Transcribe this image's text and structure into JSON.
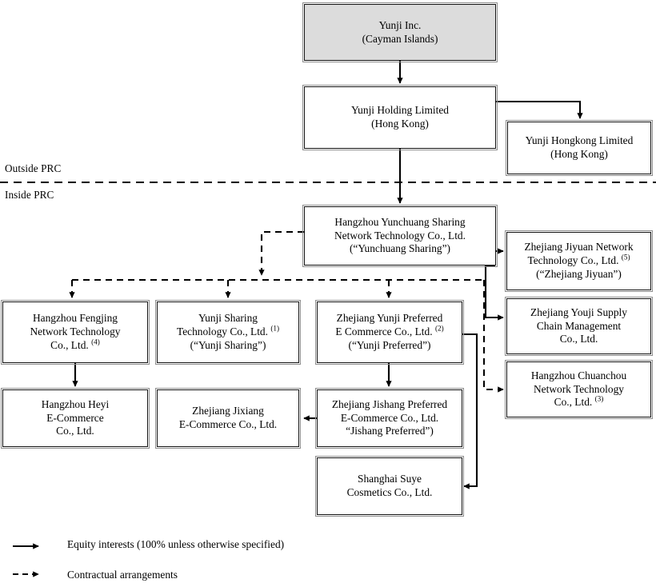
{
  "diagram": {
    "title": "Yunji Inc. Corporate Structure",
    "type": "org-chart",
    "colors": {
      "node_fill": "#ffffff",
      "parent_fill": "#dcdcdc",
      "border_inner": "#111111",
      "border_outer": "#8d8d8d",
      "line": "#000000"
    }
  },
  "region_labels": {
    "outside": "Outside PRC",
    "inside": "Inside PRC"
  },
  "nodes": {
    "yunji_inc": {
      "id": "yunji-inc",
      "line1": "Yunji Inc.",
      "line2": "(Cayman Islands)",
      "line3": "",
      "shaded": true
    },
    "yunji_holding": {
      "id": "yunji-holding-limited",
      "line1": "Yunji Holding Limited",
      "line2": "(Hong Kong)",
      "line3": ""
    },
    "yunji_hongkong": {
      "id": "yunji-hongkong-limited",
      "line1": "Yunji Hongkong Limited",
      "line2": "(Hong Kong)",
      "line3": ""
    },
    "yunchuang_sharing": {
      "id": "hangzhou-yunchuang-sharing",
      "line1": "Hangzhou Yunchuang Sharing",
      "line2": "Network Technology Co., Ltd.",
      "line3": "(“Yunchuang Sharing”)"
    },
    "zhejiang_jiyuan": {
      "id": "zhejiang-jiyuan",
      "line1": "Zhejiang Jiyuan Network",
      "line2": "Technology Co., Ltd.",
      "line2_sup": "(5)",
      "line3": "(“Zhejiang Jiyuan”)"
    },
    "zhejiang_youji": {
      "id": "zhejiang-youji-supply-chain",
      "line1": "Zhejiang Youji Supply",
      "line2": "Chain Management",
      "line3": "Co., Ltd."
    },
    "hangzhou_chuanchou": {
      "id": "hangzhou-chuanchou",
      "line1": "Hangzhou Chuanchou",
      "line2": "Network Technology",
      "line3": "Co., Ltd.",
      "line3_sup": "(3)"
    },
    "hangzhou_fengjing": {
      "id": "hangzhou-fengjing",
      "line1": "Hangzhou Fengjing",
      "line2": "Network Technology",
      "line3": "Co., Ltd.",
      "line3_sup": "(4)"
    },
    "yunji_sharing": {
      "id": "yunji-sharing",
      "line1": "Yunji Sharing",
      "line2": "Technology Co., Ltd.",
      "line2_sup": "(1)",
      "line3": "(“Yunji Sharing”)"
    },
    "yunji_preferred": {
      "id": "zhejiang-yunji-preferred",
      "line1": "Zhejiang Yunji Preferred",
      "line2": "E Commerce Co., Ltd.",
      "line2_sup": "(2)",
      "line3": "(“Yunji Preferred”)"
    },
    "hangzhou_heyi": {
      "id": "hangzhou-heyi",
      "line1": "Hangzhou Heyi",
      "line2": "E-Commerce",
      "line3": "Co., Ltd."
    },
    "zhejiang_jixiang": {
      "id": "zhejiang-jixiang",
      "line1": "Zhejiang Jixiang",
      "line2": "E-Commerce Co., Ltd.",
      "line3": ""
    },
    "jishang_preferred": {
      "id": "zhejiang-jishang-preferred",
      "line1": "Zhejiang Jishang Preferred",
      "line2": "E-Commerce Co., Ltd.",
      "line3": "“Jishang Preferred”)"
    },
    "shanghai_suye": {
      "id": "shanghai-suye-cosmetics",
      "line1": "Shanghai Suye",
      "line2": "Cosmetics Co., Ltd.",
      "line3": ""
    }
  },
  "legend": {
    "equity": "Equity interests (100% unless otherwise specified)",
    "contractual": "Contractual arrangements"
  }
}
